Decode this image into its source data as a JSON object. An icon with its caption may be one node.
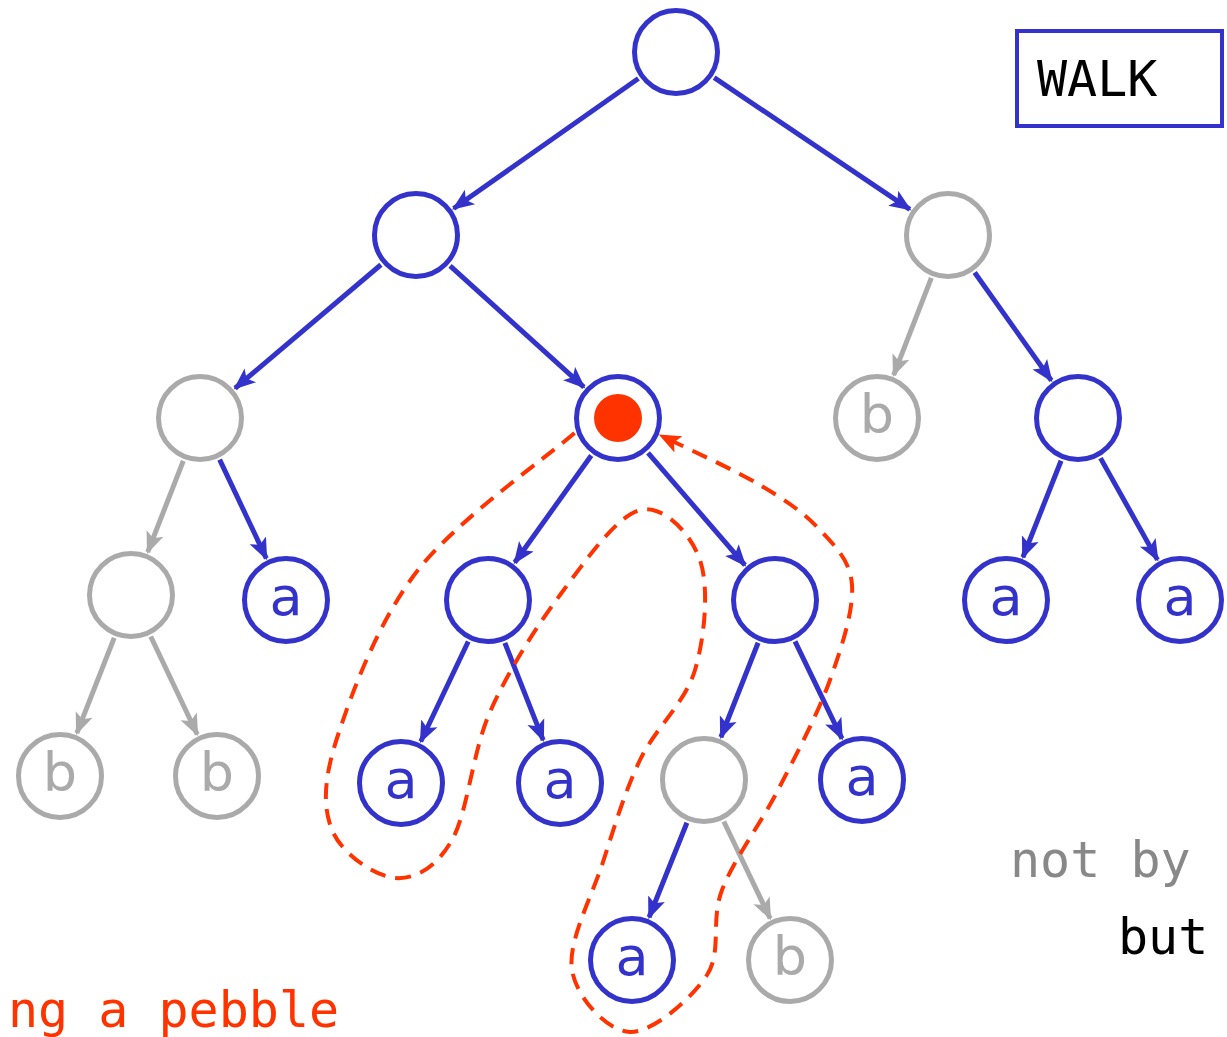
{
  "diagram": {
    "nodes": [
      {
        "text": [],
        "shape": "circle"
      },
      {
        "text": [],
        "shape": "circle"
      },
      {
        "text": [],
        "shape": "circle"
      },
      {
        "text": [],
        "shape": "circle"
      },
      {
        "text": [],
        "shape": "circle"
      },
      {
        "text": [
          "b"
        ]
      },
      {
        "text": [],
        "shape": "circle"
      },
      {
        "text": [],
        "shape": "circle"
      },
      {
        "text": [
          "a"
        ]
      },
      {
        "text": [],
        "shape": "circle"
      },
      {
        "text": [],
        "shape": "circle"
      },
      {
        "text": [
          "a"
        ]
      },
      {
        "text": [
          "a"
        ]
      },
      {
        "text": [
          "b"
        ]
      },
      {
        "text": [
          "b"
        ]
      },
      {
        "text": [
          "a"
        ]
      },
      {
        "text": [
          "a"
        ]
      },
      {
        "text": [],
        "shape": "circle"
      },
      {
        "text": [
          "a"
        ]
      },
      {
        "text": [
          "a"
        ]
      },
      {
        "text": [
          "b"
        ]
      },
      {
        "text": [
          "WALK"
        ]
      }
    ],
    "edges": [
      {
        "from": 0,
        "to": 1,
        "arrow": "to"
      },
      {
        "from": 0,
        "to": 2,
        "arrow": "to"
      },
      {
        "from": 1,
        "to": 3,
        "arrow": "to"
      },
      {
        "from": 1,
        "to": 4,
        "arrow": "to"
      },
      {
        "from": 2,
        "to": 5,
        "arrow": "to",
        "color": "#aaaaaa"
      },
      {
        "from": 2,
        "to": 6,
        "arrow": "to"
      },
      {
        "from": 3,
        "to": 7,
        "arrow": "to",
        "color": "#aaaaaa"
      },
      {
        "from": 3,
        "to": 8,
        "arrow": "to"
      },
      {
        "from": 4,
        "to": 9,
        "arrow": "to"
      },
      {
        "from": 4,
        "to": 10,
        "arrow": "to"
      },
      {
        "from": 6,
        "to": 11,
        "arrow": "to"
      },
      {
        "from": 6,
        "to": 12,
        "arrow": "to"
      },
      {
        "from": 7,
        "to": 13,
        "arrow": "to",
        "color": "#aaaaaa"
      },
      {
        "from": 7,
        "to": 14,
        "arrow": "to",
        "color": "#aaaaaa"
      },
      {
        "from": 9,
        "to": 15,
        "arrow": "to"
      },
      {
        "from": 9,
        "to": 16,
        "arrow": "to"
      },
      {
        "from": 10,
        "to": 17,
        "arrow": "to"
      },
      {
        "from": 10,
        "to": 18,
        "arrow": "to"
      },
      {
        "from": 17,
        "to": 19,
        "arrow": "to"
      },
      {
        "from": 17,
        "to": 20,
        "arrow": "to",
        "color": "#aaaaaa"
      },
      {
        "from": 4,
        "to": 4,
        "arrow": "to",
        "style": "dashed",
        "color": "#ff3300"
      }
    ],
    "labels": [
      "not by",
      "but",
      "ng a pebble"
    ]
  }
}
